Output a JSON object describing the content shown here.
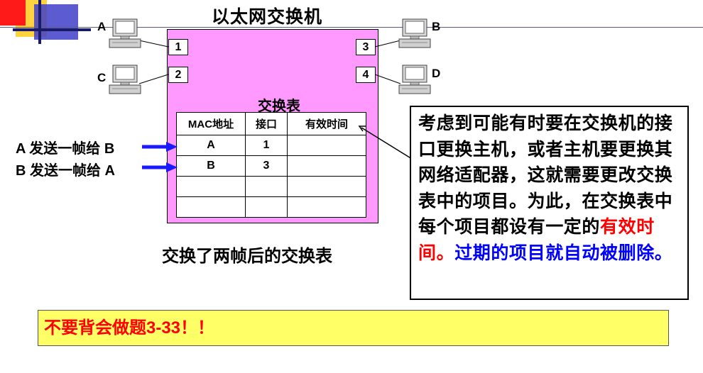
{
  "title": "以太网交换机",
  "hosts": {
    "a": "A",
    "b": "B",
    "c": "C",
    "d": "D"
  },
  "ports": {
    "p1": "1",
    "p2": "2",
    "p3": "3",
    "p4": "4"
  },
  "table": {
    "caption": "交换表",
    "headers": [
      "MAC地址",
      "接口",
      "有效时间"
    ],
    "rows": [
      [
        "A",
        "1",
        ""
      ],
      [
        "B",
        "3",
        ""
      ],
      [
        "",
        "",
        ""
      ],
      [
        "",
        "",
        ""
      ]
    ]
  },
  "send_labels": [
    "A 发送一帧给 B",
    "B 发送一帧给 A"
  ],
  "caption": "交换了两帧后的交换表",
  "note": {
    "part1": "考虑到可能有时要在交换机的接口更换主机，或者主机要更换其网络适配器，这就需要更改交换表中的项目。为此，在交换表中每个项目都设有一定的",
    "highlight_red": "有效时间。",
    "highlight_blue": "过期的项目就自动被删除。"
  },
  "warning": "不要背会做题3-33！！",
  "colors": {
    "switch_fill": "#ff99ff",
    "arrow": "#1a1aff",
    "warning_bg": "#ffff66",
    "warning_text": "#ff0000"
  }
}
